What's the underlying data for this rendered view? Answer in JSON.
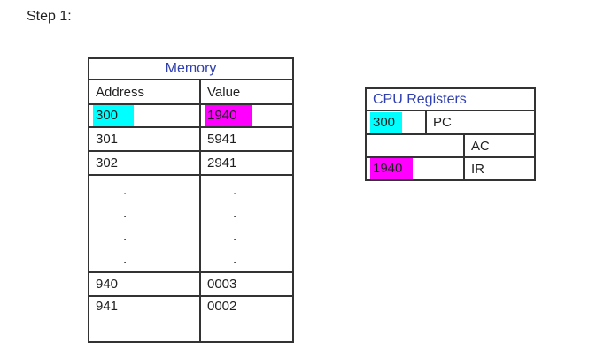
{
  "step_label": "Step 1:",
  "memory_table": {
    "title": "Memory",
    "columns": [
      "Address",
      "Value"
    ],
    "rows": [
      {
        "address": "300",
        "value": "1940",
        "address_highlight": "#00ffff",
        "value_highlight": "#ff00ff"
      },
      {
        "address": "301",
        "value": "5941"
      },
      {
        "address": "302",
        "value": "2941"
      },
      {
        "address": "940",
        "value": "0003"
      },
      {
        "address": "941",
        "value": "0002"
      }
    ],
    "ellipsis": [
      ".",
      ".",
      ".",
      "."
    ]
  },
  "cpu_registers": {
    "title": "CPU Registers",
    "rows": [
      {
        "value": "300",
        "register": "PC",
        "value_highlight": "#00ffff"
      },
      {
        "value": "",
        "register": "AC",
        "value_highlight": null
      },
      {
        "value": "1940",
        "register": "IR",
        "value_highlight": "#ff00ff"
      }
    ]
  },
  "colors": {
    "highlight_cyan": "#00ffff",
    "highlight_magenta": "#ff00ff",
    "title_blue": "#2f3fb0",
    "border": "#333333",
    "text": "#1f1f1f",
    "background": "#ffffff"
  }
}
